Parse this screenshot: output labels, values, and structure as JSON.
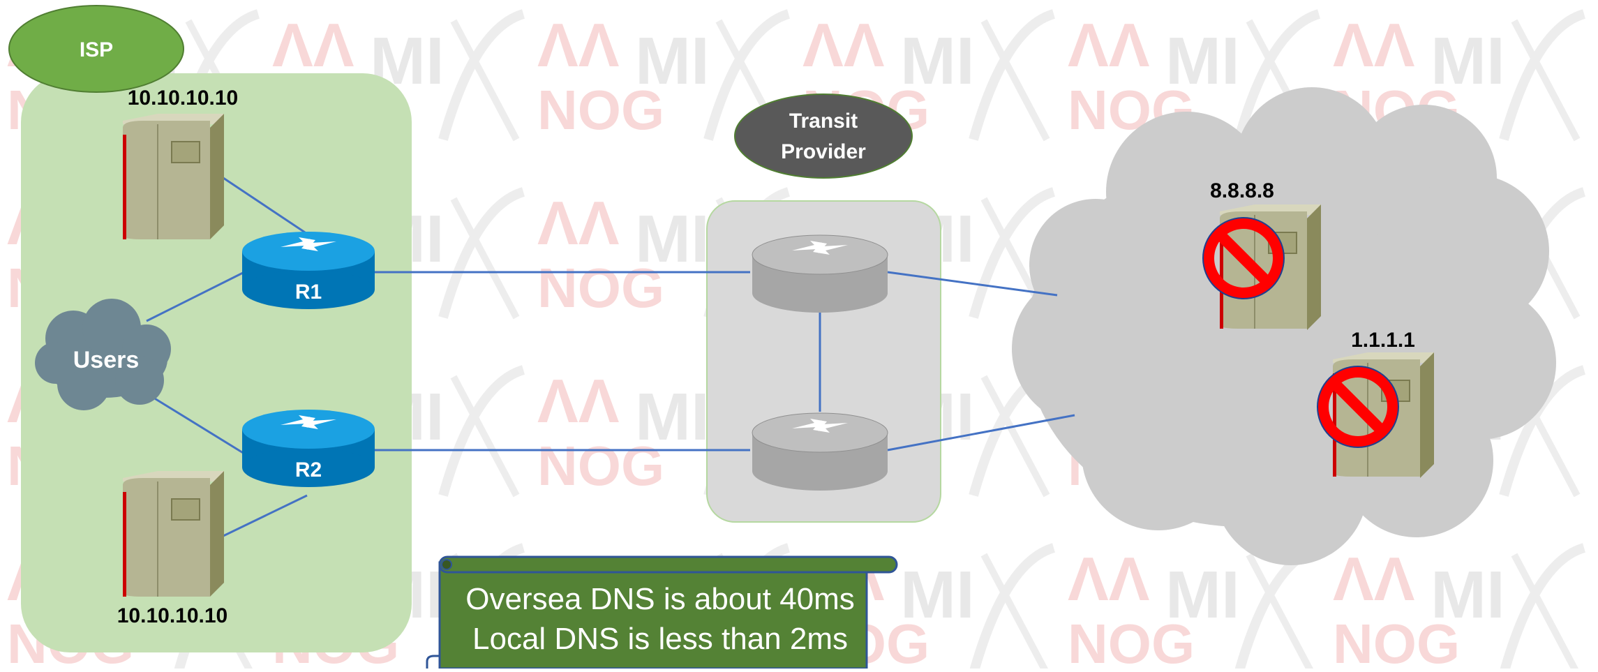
{
  "isp_label": "ISP",
  "transit_label_line1": "Transit",
  "transit_label_line2": "Provider",
  "users_label": "Users",
  "router_r1_label": "R1",
  "router_r2_label": "R2",
  "server_top_ip": "10.10.10.10",
  "server_bottom_ip": "10.10.10.10",
  "public_dns_1_ip": "8.8.8.8",
  "public_dns_2_ip": "1.1.1.1",
  "note_line1": "Oversea DNS is about 40ms",
  "note_line2": "Local DNS is less than 2ms",
  "colors": {
    "isp_zone": "#c5e0b4",
    "isp_badge": "#70ad47",
    "transit_zone": "#d9d9d9",
    "transit_badge": "#595959",
    "cloud": "#cccccc",
    "users_cloud": "#6e8793",
    "cisco_router": "#1ba1e2",
    "link": "#4472c4",
    "note": "#548235",
    "block": "#ff0000",
    "watermark": "#f4c6c6"
  },
  "watermark_glyphs": [
    "ΛΛ",
    "MI",
    "╳"
  ]
}
